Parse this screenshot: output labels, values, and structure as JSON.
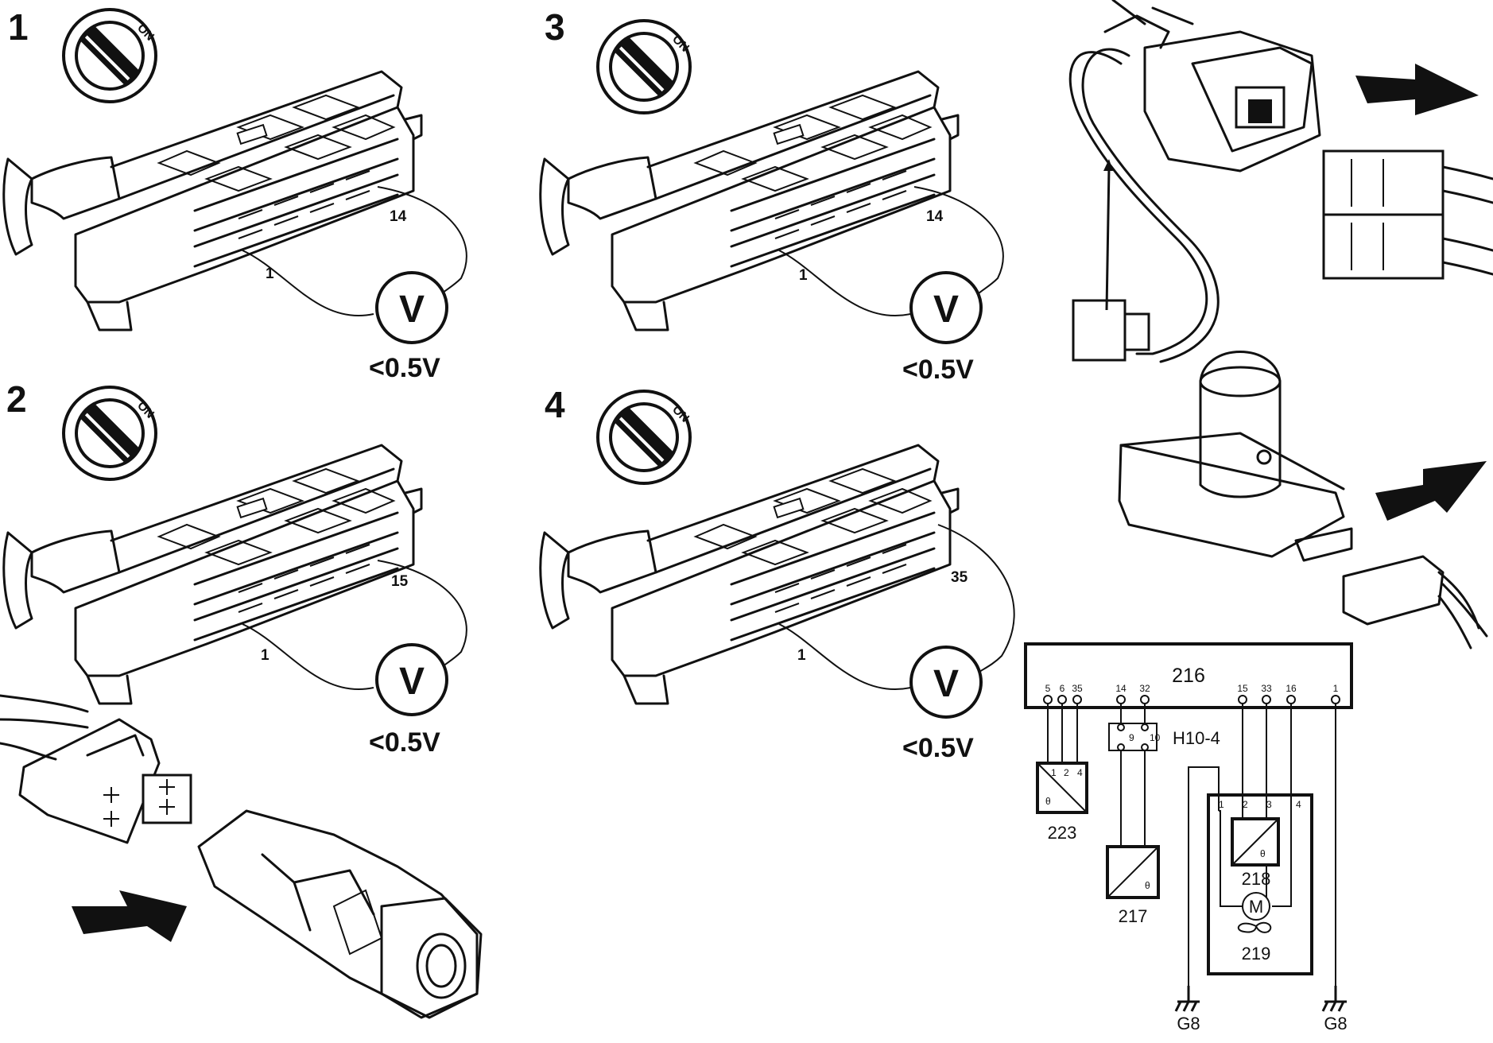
{
  "steps": [
    {
      "number": "1",
      "switch_label": "ON",
      "pin_a": "14",
      "pin_b": "1",
      "meter_symbol": "V",
      "reading": "<0.5V"
    },
    {
      "number": "2",
      "switch_label": "ON",
      "pin_a": "15",
      "pin_b": "1",
      "meter_symbol": "V",
      "reading": "<0.5V"
    },
    {
      "number": "3",
      "switch_label": "ON",
      "pin_a": "14",
      "pin_b": "1",
      "meter_symbol": "V",
      "reading": "<0.5V"
    },
    {
      "number": "4",
      "switch_label": "ON",
      "pin_a": "35",
      "pin_b": "1",
      "meter_symbol": "V",
      "reading": "<0.5V"
    }
  ],
  "schematic": {
    "module": {
      "id": "216",
      "pins": [
        "5",
        "6",
        "35",
        "14",
        "32",
        "15",
        "33",
        "16",
        "1"
      ]
    },
    "connector": {
      "id": "H10-4",
      "pins": [
        "9",
        "10"
      ]
    },
    "sensor_223": {
      "id": "223",
      "pins": [
        "1",
        "2",
        "4"
      ],
      "symbol": "θ"
    },
    "sensor_217": {
      "id": "217",
      "symbol": "θ"
    },
    "sensor_218": {
      "id": "218",
      "symbol": "θ"
    },
    "motor_219": {
      "id": "219",
      "symbol": "M",
      "pins": [
        "1",
        "2",
        "3",
        "4"
      ]
    },
    "grounds": [
      "G8",
      "G8"
    ]
  }
}
